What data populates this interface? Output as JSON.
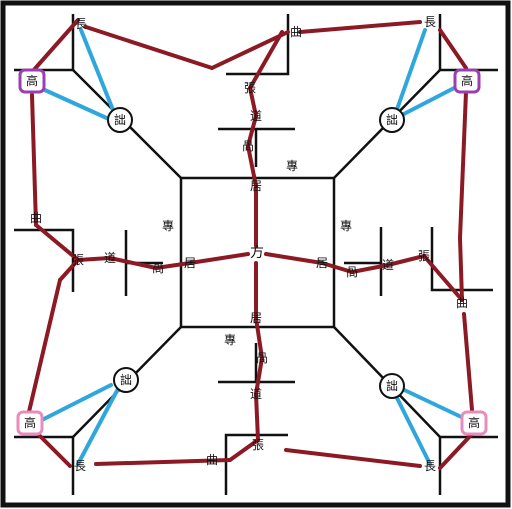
{
  "colors": {
    "red_line": "#8b1a24",
    "blue_line": "#30a7dc",
    "ink": "#111111",
    "gao_purple": "#9b3fb0",
    "gao_pink": "#e88bbf"
  },
  "labels": {
    "center": "方",
    "ju": "居",
    "zhuan": "專",
    "dao": "道",
    "jiong": "咼",
    "zhang_bow": "張",
    "qu": "曲",
    "chang": "長",
    "gao": "高",
    "zha": "詘"
  }
}
